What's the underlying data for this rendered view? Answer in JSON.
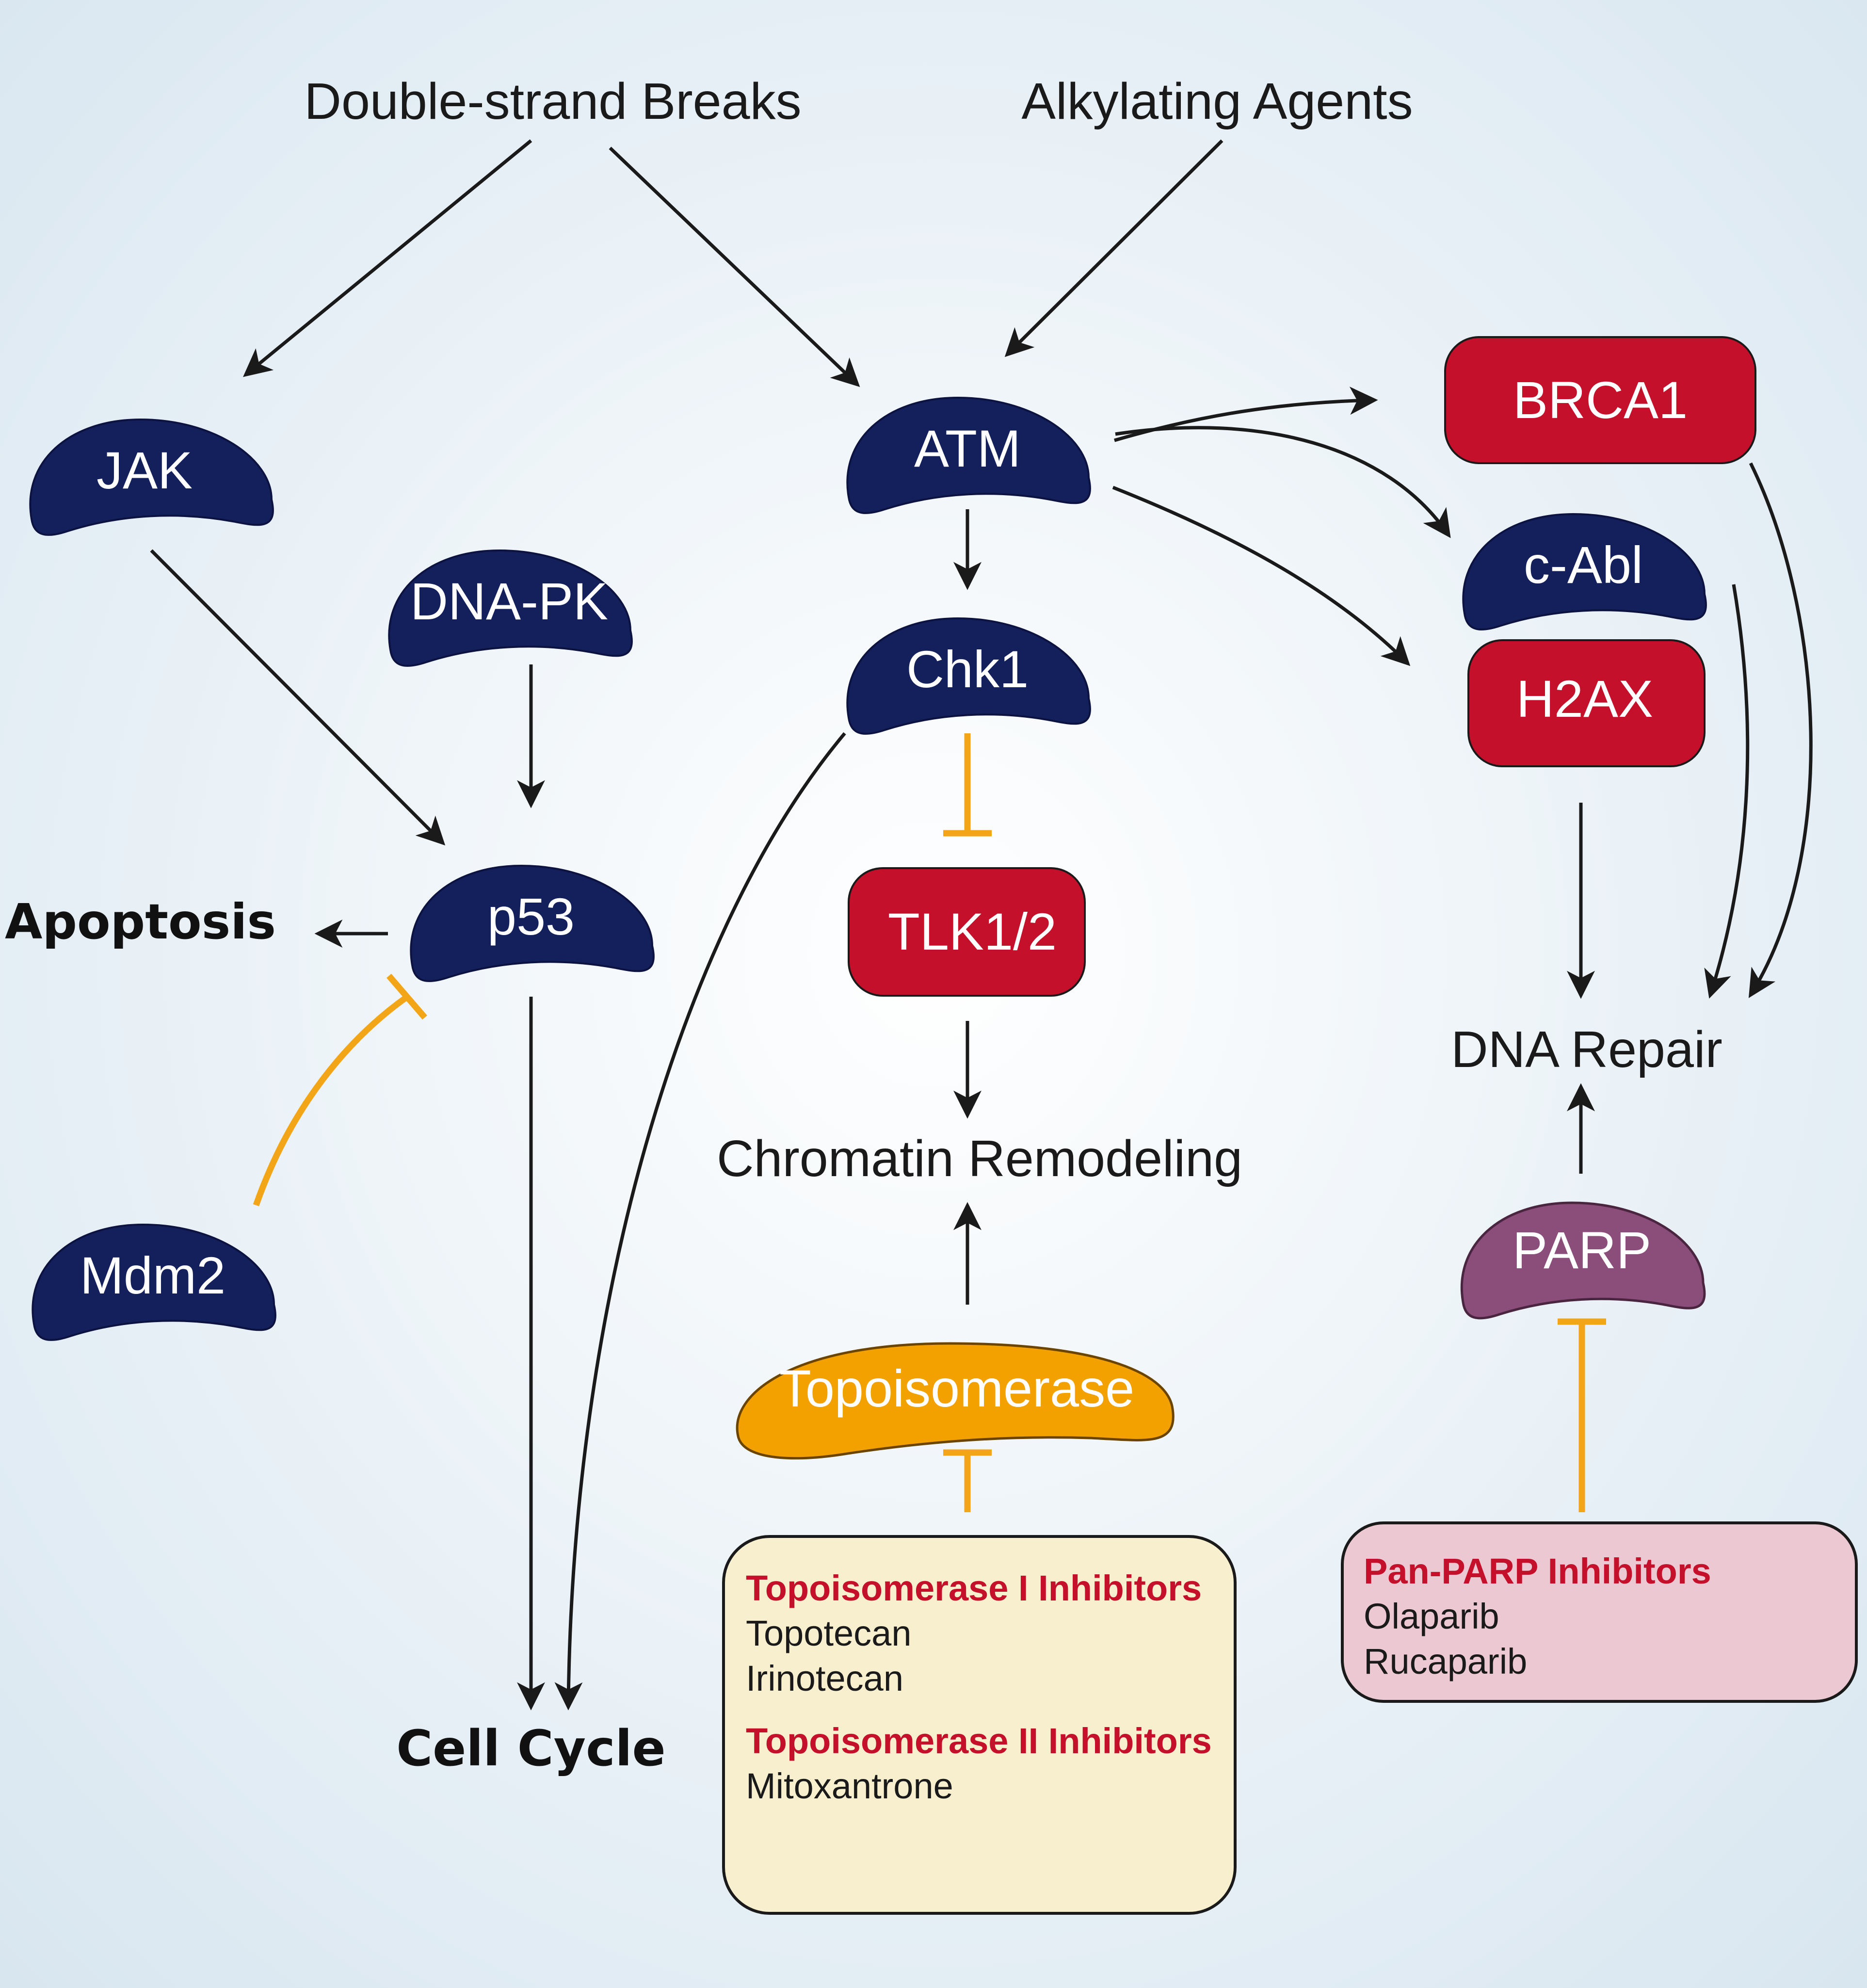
{
  "colors": {
    "background_center": "#ffffff",
    "background_edge": "#d8e6f0",
    "kinase_node": "#14205c",
    "effector_node": "#c4102a",
    "topoisomerase_node": "#f3a100",
    "parp_node": "#8b4e7a",
    "activation_arrow": "#1a1a1a",
    "inhibition_line": "#f2a516",
    "topo_box_fill": "#f7efcd",
    "parp_box_fill": "#ecc8d2",
    "inhibitor_heading": "#c4102a"
  },
  "labels": {
    "double_strand_breaks": "Double-strand Breaks",
    "alkylating_agents": "Alkylating Agents",
    "apoptosis": "Apoptosis",
    "cell_cycle": "Cell Cycle",
    "chromatin_remodeling": "Chromatin Remodeling",
    "dna_repair": "DNA Repair"
  },
  "nodes": {
    "jak": "JAK",
    "dna_pk": "DNA-PK",
    "p53": "p53",
    "mdm2": "Mdm2",
    "atm": "ATM",
    "chk1": "Chk1",
    "tlk": "TLK1/2",
    "topoisomerase": "Topoisomerase",
    "brca1": "BRCA1",
    "c_abl": "c-Abl",
    "h2ax": "H2AX",
    "parp": "PARP"
  },
  "topo_inhibitors": {
    "type1_heading": "Topoisomerase I Inhibitors",
    "type1_drugs": [
      "Topotecan",
      "Irinotecan"
    ],
    "type2_heading": "Topoisomerase II Inhibitors",
    "type2_drugs": [
      "Mitoxantrone"
    ]
  },
  "parp_inhibitors": {
    "heading": "Pan-PARP Inhibitors",
    "drugs": [
      "Olaparib",
      "Rucaparib"
    ]
  }
}
